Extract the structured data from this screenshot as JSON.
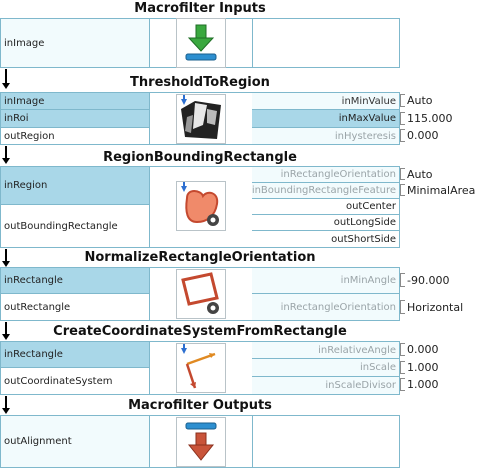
{
  "blocks": {
    "inputs": {
      "title": "Macrofilter Inputs",
      "ports": [
        "inImage"
      ]
    },
    "threshold": {
      "title": "ThresholdToRegion",
      "left": [
        "inImage",
        "inRoi",
        "outRegion"
      ],
      "right": [
        "inMinValue",
        "inMaxValue",
        "inHysteresis"
      ],
      "values": [
        "Auto",
        "115.000",
        "0.000"
      ]
    },
    "bounding": {
      "title": "RegionBoundingRectangle",
      "left": [
        "inRegion",
        "outBoundingRectangle"
      ],
      "right": [
        "inRectangleOrientation",
        "inBoundingRectangleFeature",
        "outCenter",
        "outLongSide",
        "outShortSide"
      ],
      "values": [
        "Auto",
        "MinimalArea"
      ]
    },
    "normalize": {
      "title": "NormalizeRectangleOrientation",
      "left": [
        "inRectangle",
        "outRectangle"
      ],
      "right": [
        "inMinAngle",
        "inRectangleOrientation"
      ],
      "values": [
        "-90.000",
        "Horizontal"
      ]
    },
    "coord": {
      "title": "CreateCoordinateSystemFromRectangle",
      "left": [
        "inRectangle",
        "outCoordinateSystem"
      ],
      "right": [
        "inRelativeAngle",
        "inScale",
        "inScaleDivisor"
      ],
      "values": [
        "0.000",
        "1.000",
        "1.000"
      ]
    },
    "outputs": {
      "title": "Macrofilter Outputs",
      "ports": [
        "outAlignment"
      ]
    }
  },
  "colors": {
    "port_blue": "#a9d7e8",
    "port_light": "#f2fbfd",
    "border": "#7fb8cc",
    "accent_green": "#2e9d3a",
    "accent_red": "#c4492f"
  },
  "icons": [
    "green-down-arrow-icon",
    "threshold-image-icon",
    "bounding-rectangle-icon",
    "normalize-rectangle-icon",
    "coordinate-system-icon",
    "red-down-arrow-icon"
  ]
}
